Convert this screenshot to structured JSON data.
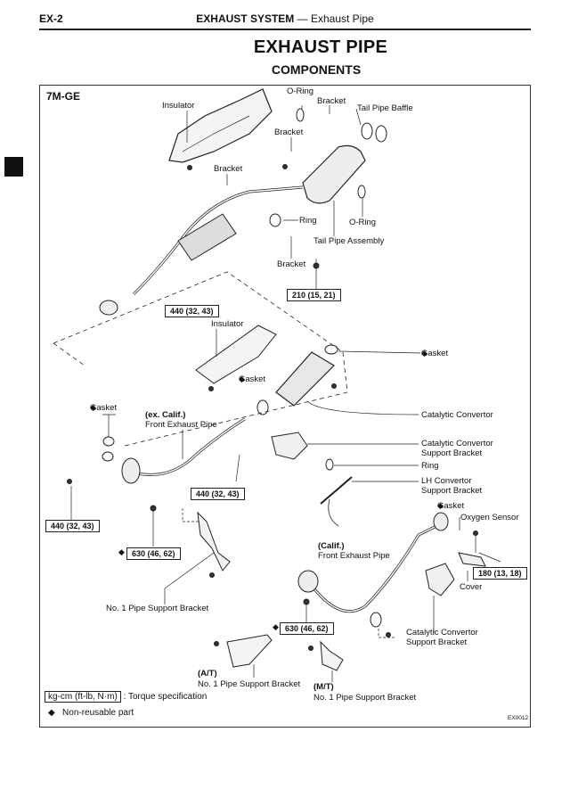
{
  "header": {
    "page_code": "EX-2",
    "section": "EXHAUST SYSTEM",
    "separator": "—",
    "subsection": "Exhaust Pipe"
  },
  "title": "EXHAUST PIPE",
  "subtitle": "COMPONENTS",
  "engine_model": "7M-GE",
  "labels": {
    "insulator_top": "Insulator",
    "oring_top": "O-Ring",
    "bracket_top": "Bracket",
    "tail_pipe_baffle": "Tail Pipe Baffle",
    "bracket_mid": "Bracket",
    "bracket_left": "Bracket",
    "ring_upper": "Ring",
    "oring_right": "O-Ring",
    "tail_pipe_assembly": "Tail Pipe Assembly",
    "bracket_lower": "Bracket",
    "insulator_mid": "Insulator",
    "gasket_right": "Gasket",
    "gasket_mid": "Gasket",
    "catalytic_convertor": "Catalytic Convertor",
    "gasket_left": "Gasket",
    "ex_calif": "(ex. Calif.)",
    "front_exhaust_pipe_1": "Front Exhaust Pipe",
    "cat_support_bracket_1a": "Catalytic Convertor",
    "cat_support_bracket_1b": "Support Bracket",
    "ring_lower": "Ring",
    "lh_convertor_a": "LH Convertor",
    "lh_convertor_b": "Support Bracket",
    "gasket_o2": "Gasket",
    "oxygen_sensor": "Oxygen Sensor",
    "calif": "(Calif.)",
    "front_exhaust_pipe_2": "Front Exhaust Pipe",
    "cover": "Cover",
    "no1_pipe_support": "No. 1 Pipe Support Bracket",
    "cat_support_bracket_2a": "Catalytic Convertor",
    "cat_support_bracket_2b": "Support Bracket",
    "at": "(A/T)",
    "at_bracket": "No. 1 Pipe Support Bracket",
    "mt": "(M/T)",
    "mt_bracket": "No. 1 Pipe Support Bracket"
  },
  "torque_specs": {
    "t210": "210 (15, 21)",
    "t440_a": "440 (32, 43)",
    "t440_b": "440 (32, 43)",
    "t440_c": "440 (32, 43)",
    "t630_a": "630 (46, 62)",
    "t630_b": "630 (46, 62)",
    "t180": "180 (13, 18)"
  },
  "symbols": {
    "non_reusable": "◆"
  },
  "legend": {
    "torque_unit": "kg-cm (ft-lb, N·m)",
    "torque_desc": ": Torque specification",
    "non_reusable_desc": "Non-reusable part"
  },
  "figure_code": "EX0012"
}
